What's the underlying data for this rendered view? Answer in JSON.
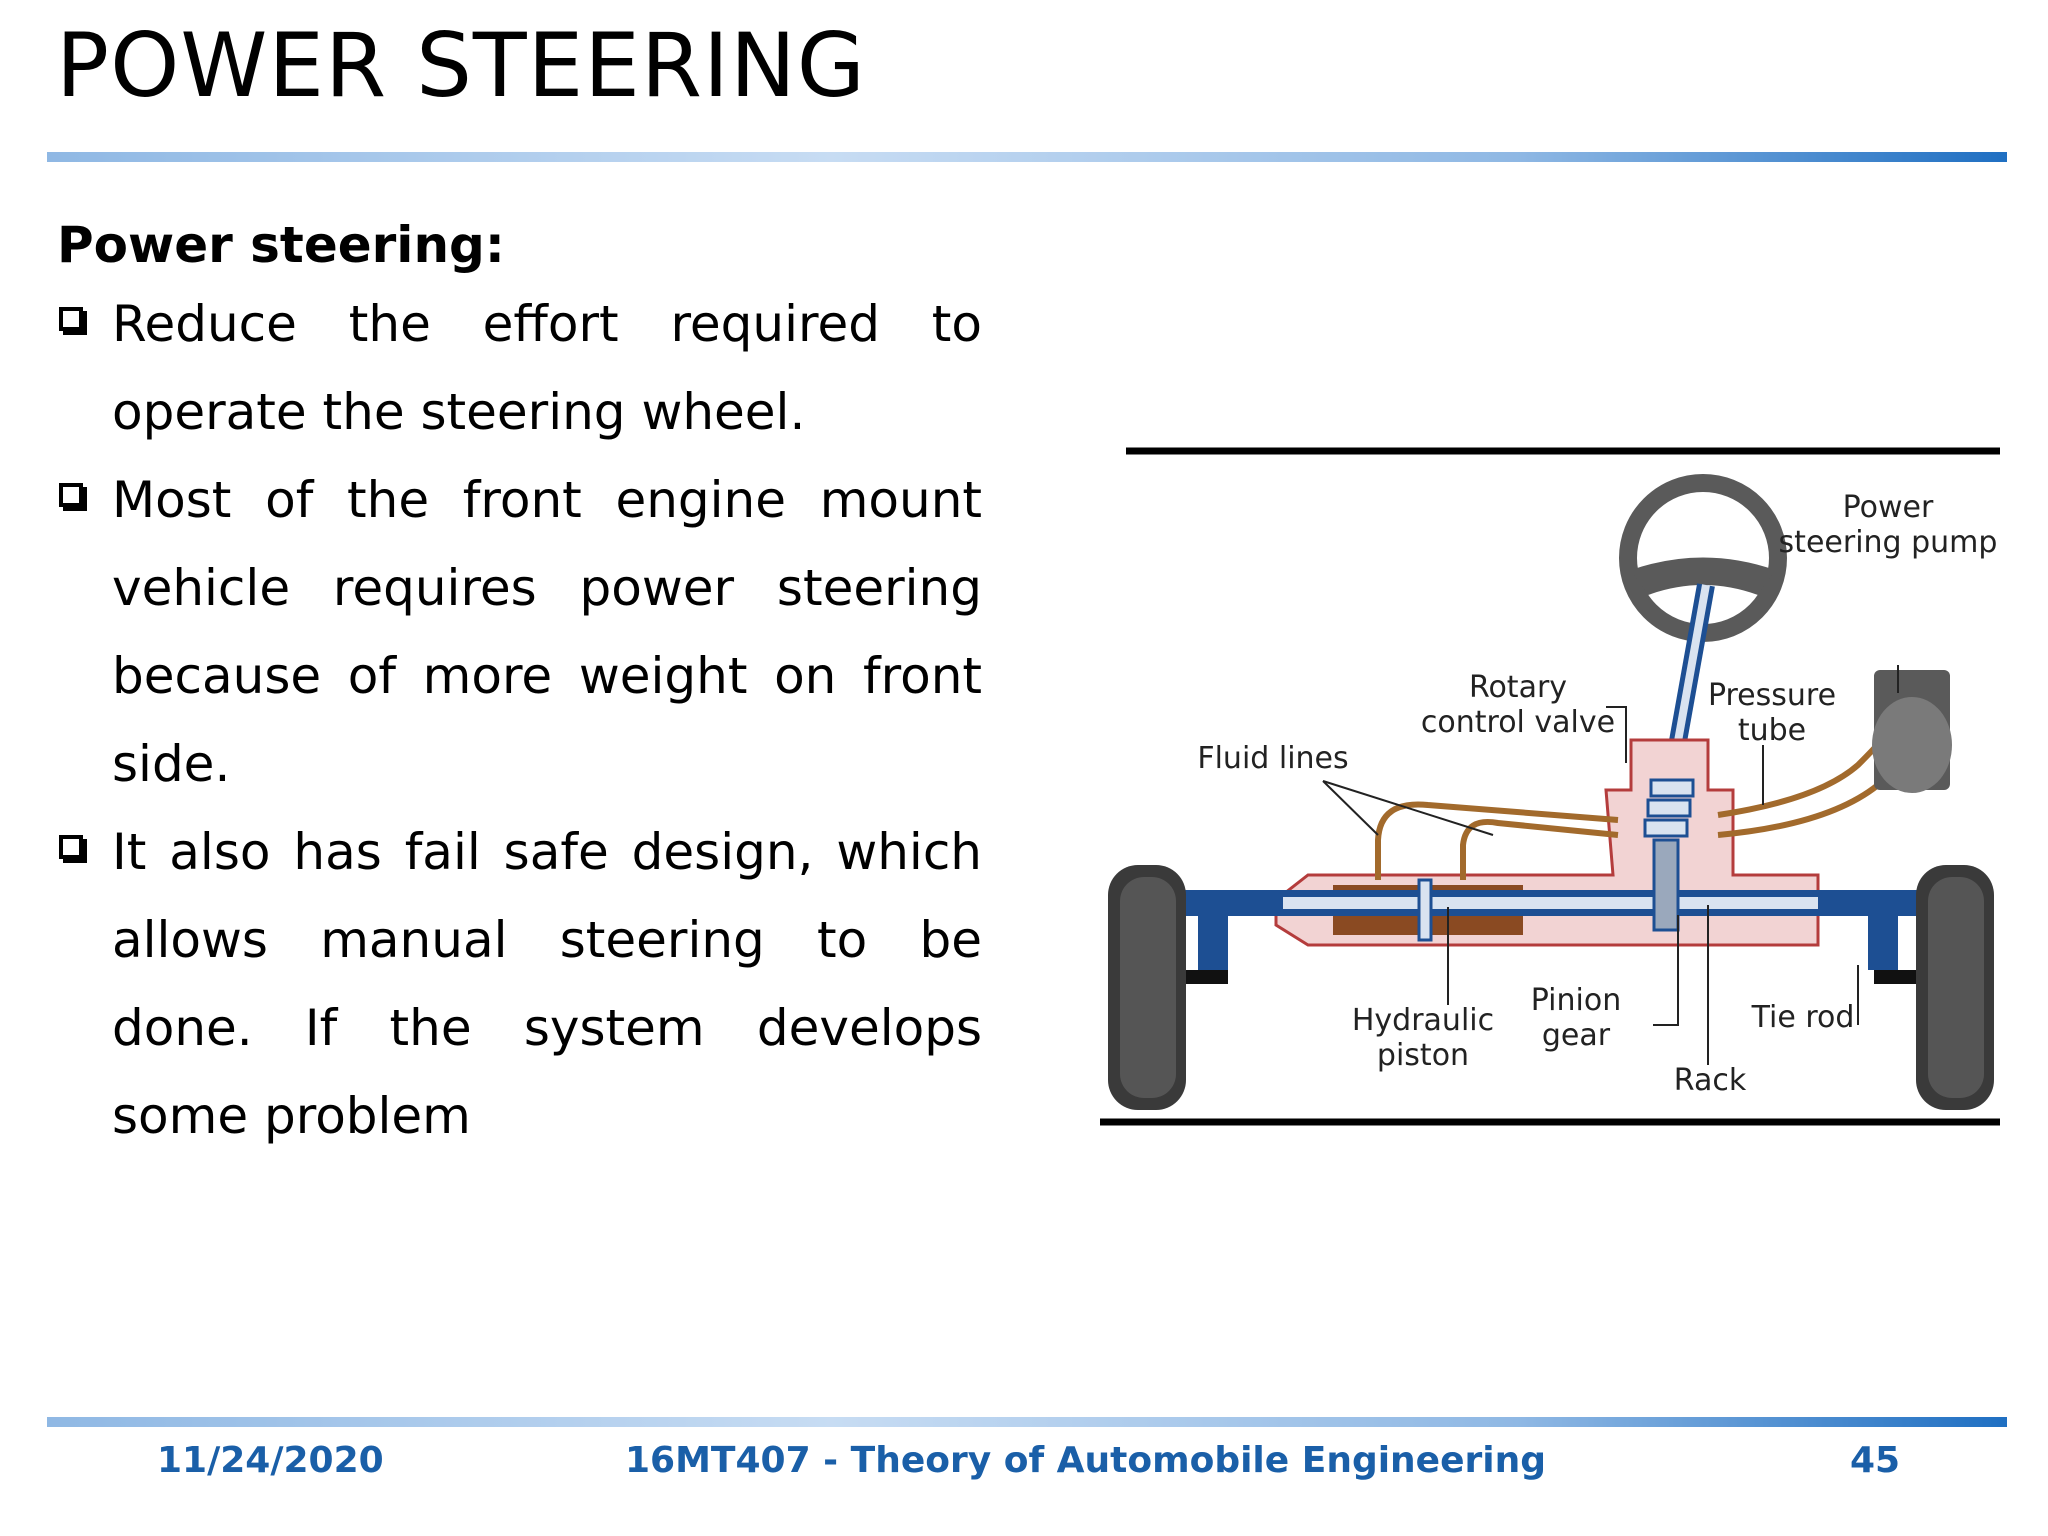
{
  "slide": {
    "title": "POWER STEERING",
    "subheading": "Power steering:",
    "bullets": [
      "Reduce the effort required to operate the steering wheel.",
      "Most of the front engine mount vehicle requires power steering because of more weight on front side.",
      "It also has fail safe design, which allows manual steering to be done. If the system develops some problem"
    ]
  },
  "diagram": {
    "labels": {
      "power_pump": [
        "Power",
        "steering pump"
      ],
      "rotary_valve": [
        "Rotary",
        "control valve"
      ],
      "pressure_tube": [
        "Pressure",
        "tube"
      ],
      "fluid_lines": "Fluid lines",
      "hydraulic_piston": [
        "Hydraulic",
        "piston"
      ],
      "pinion_gear": [
        "Pinion",
        "gear"
      ],
      "tie_rod": "Tie rod",
      "rack": "Rack"
    },
    "colors": {
      "housing": "#f2d3d3",
      "housing_edge": "#b43c3c",
      "rack_bar": "#1d4f93",
      "tire": "#3a3a3a",
      "fluid_line": "#a26a2c"
    }
  },
  "footer": {
    "date": "11/24/2020",
    "course": "16MT407 - Theory of Automobile Engineering",
    "page": "45"
  }
}
